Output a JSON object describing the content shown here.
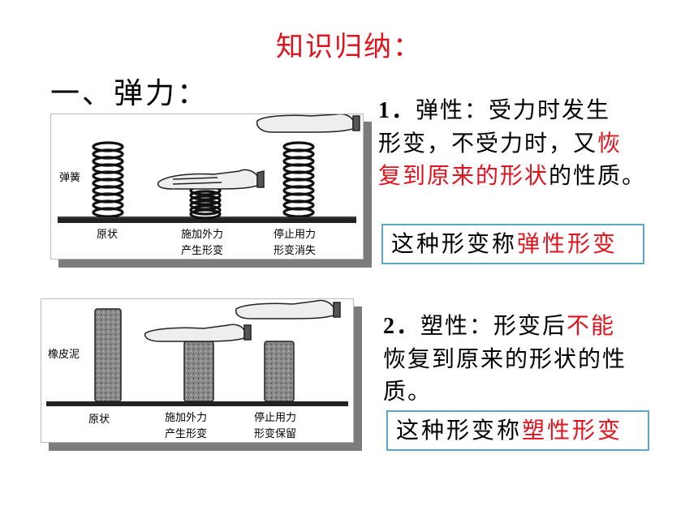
{
  "title": "知识归纳：",
  "heading": "一、弹力：",
  "elastic": {
    "num": "1．",
    "p1": "弹性：受力时发生",
    "p2": "形变，不受力时，又",
    "p2_red": "恢",
    "p3_red": "复到原来的形状",
    "p3": "的性质。",
    "box_prefix": "这种形变称",
    "box_red": "弹性形变",
    "fig": {
      "side": "弹簧",
      "c1": "原状",
      "c2a": "施加外力",
      "c2b": "产生形变",
      "c3a": "停止用力",
      "c3b": "形变消失"
    }
  },
  "plastic": {
    "num": "2．",
    "p1": "塑性：形变后",
    "p1_red": "不能",
    "p2": "恢复到原来的形状的性",
    "p3": "质。",
    "box_prefix": "这种形变称",
    "box_red": "塑性形变",
    "fig": {
      "side": "橡皮泥",
      "c1": "原状",
      "c2a": "施加外力",
      "c2b": "产生形变",
      "c3a": "停止用力",
      "c3b": "形变保留"
    }
  }
}
